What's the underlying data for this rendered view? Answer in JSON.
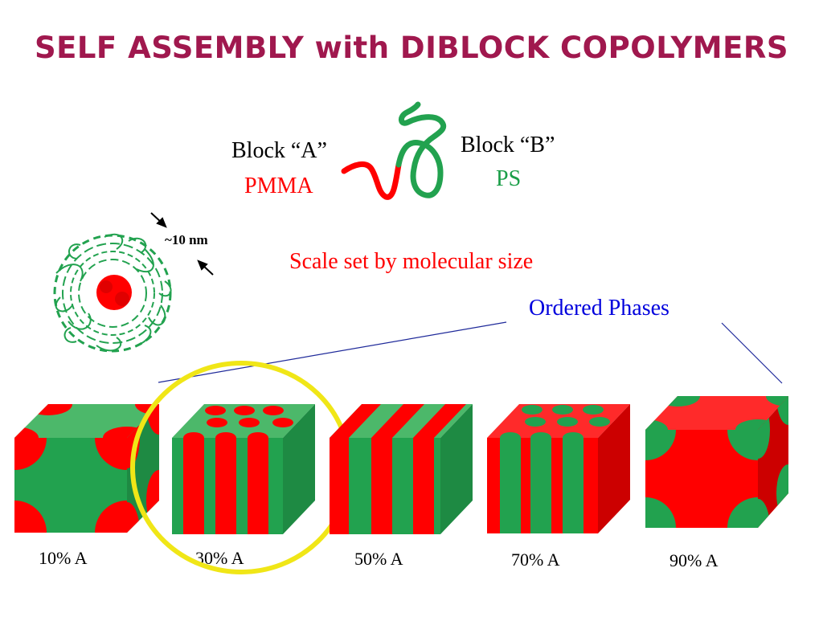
{
  "title": "SELF ASSEMBLY with DIBLOCK COPOLYMERS",
  "block_a": {
    "label": "Block “A”",
    "name": "PMMA"
  },
  "block_b": {
    "label": "Block “B”",
    "name": "PS"
  },
  "size_label": "~10 nm",
  "scale_text": "Scale set by molecular size",
  "ordered_phases": "Ordered Phases",
  "phases": [
    {
      "label": "10% A",
      "morphology": "spheres"
    },
    {
      "label": "30% A",
      "morphology": "cylinders"
    },
    {
      "label": "50% A",
      "morphology": "lamellae"
    },
    {
      "label": "70% A",
      "morphology": "inverted-cylinders"
    },
    {
      "label": "90% A",
      "morphology": "inverted-spheres"
    }
  ],
  "colors": {
    "block_a": "#ff0000",
    "block_b": "#22a24f",
    "title": "#a0184e",
    "highlight": "#f0e617"
  }
}
